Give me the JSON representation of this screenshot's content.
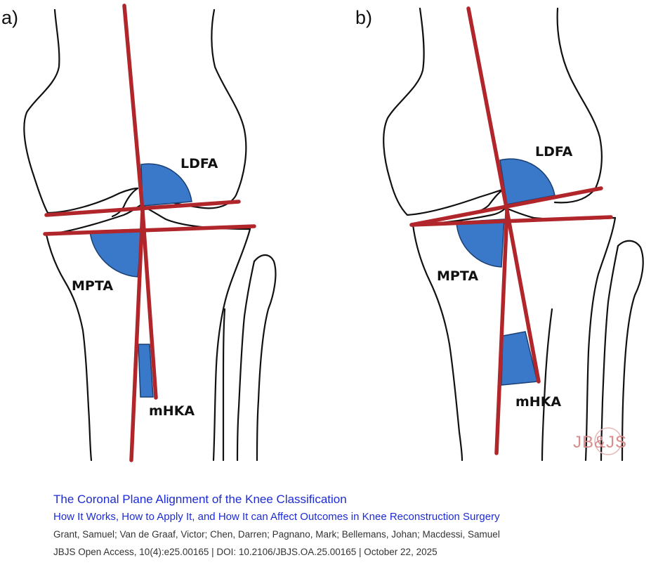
{
  "figure": {
    "panel_a": {
      "label": "a)",
      "angles": {
        "ldfa": "LDFA",
        "mpta": "MPTA",
        "mhka": "mHKA"
      }
    },
    "panel_b": {
      "label": "b)",
      "angles": {
        "ldfa": "LDFA",
        "mpta": "MPTA",
        "mhka": "mHKA"
      }
    },
    "logo_text": "JB&JS",
    "colors": {
      "axis_line": "#b0262b",
      "angle_fill": "#3a78c9",
      "bone_outline": "#111111"
    }
  },
  "citation": {
    "title": "The Coronal Plane Alignment of the Knee Classification",
    "subtitle": "How It Works, How to Apply It, and How It can Affect Outcomes in Knee Reconstruction Surgery",
    "authors": "Grant, Samuel; Van de Graaf, Victor; Chen, Darren; Pagnano, Mark; Bellemans, Johan; Macdessi, Samuel",
    "source": "JBJS Open Access, 10(4):e25.00165 | DOI: 10.2106/JBJS.OA.25.00165 | October 22, 2025"
  }
}
